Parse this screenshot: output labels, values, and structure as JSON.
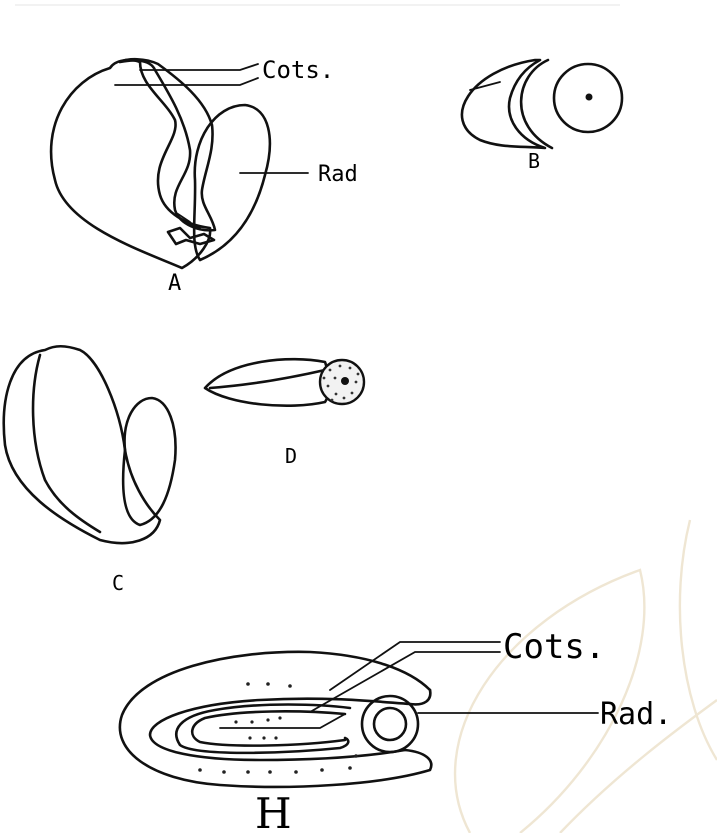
{
  "figure_A": {
    "letter": "A",
    "label_cotyledons": "Cots.",
    "label_radicle": "Rad"
  },
  "figure_B": {
    "letter": "B"
  },
  "figure_C": {
    "letter": "C"
  },
  "figure_D": {
    "letter": "D"
  },
  "figure_H": {
    "letter": "H",
    "label_cotyledons": "Cots.",
    "label_radicle": "Rad."
  }
}
